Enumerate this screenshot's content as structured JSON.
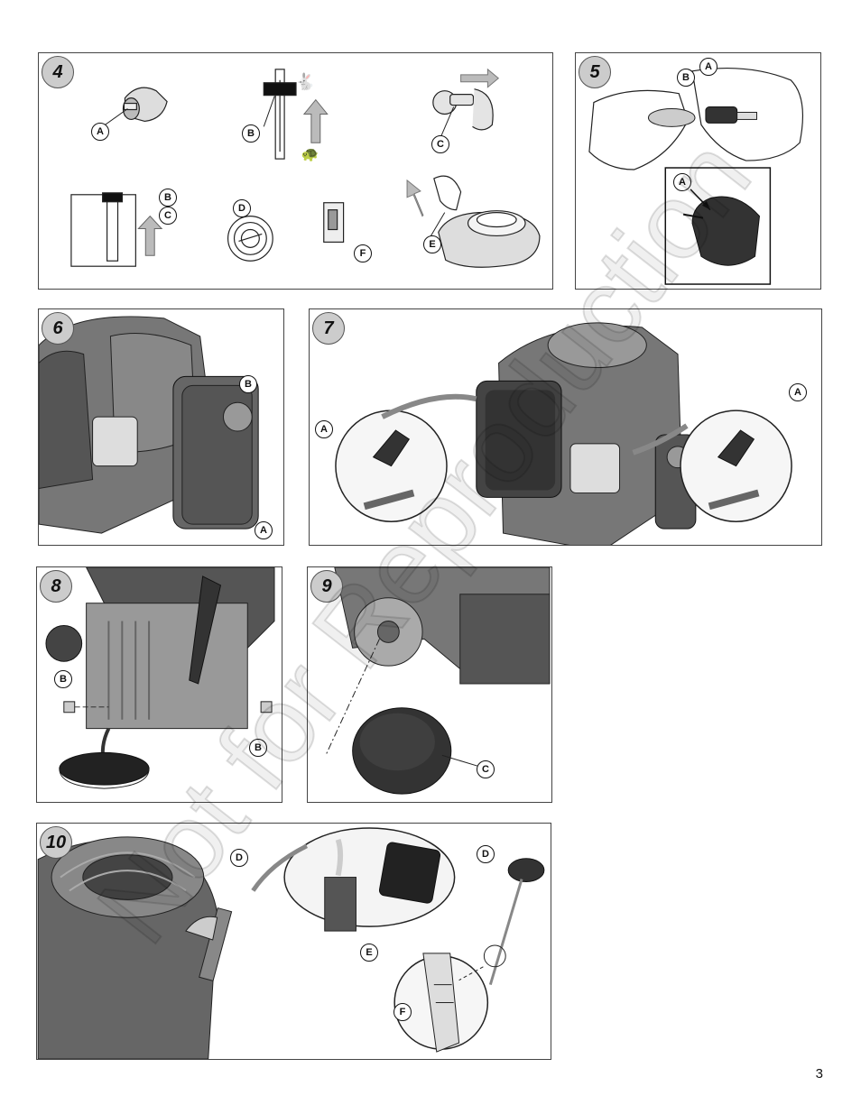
{
  "page_number": "3",
  "watermark": "Not for Reproduction",
  "panels": {
    "p4": {
      "step": "4",
      "callouts": {
        "a": "A",
        "b1": "B",
        "c1": "C",
        "b2": "B",
        "c2": "C",
        "d": "D",
        "f": "F",
        "e": "E"
      }
    },
    "p5": {
      "step": "5",
      "callouts": {
        "b": "B",
        "a1": "A",
        "a2": "A"
      }
    },
    "p6": {
      "step": "6",
      "callouts": {
        "b": "B",
        "a": "A"
      }
    },
    "p7": {
      "step": "7",
      "callouts": {
        "a1": "A",
        "a2": "A"
      }
    },
    "p8": {
      "step": "8",
      "callouts": {
        "b1": "B",
        "b2": "B"
      }
    },
    "p9": {
      "step": "9",
      "callouts": {
        "c": "C"
      }
    },
    "p10": {
      "step": "10",
      "callouts": {
        "d1": "D",
        "d2": "D",
        "e": "E",
        "f": "F"
      }
    }
  }
}
